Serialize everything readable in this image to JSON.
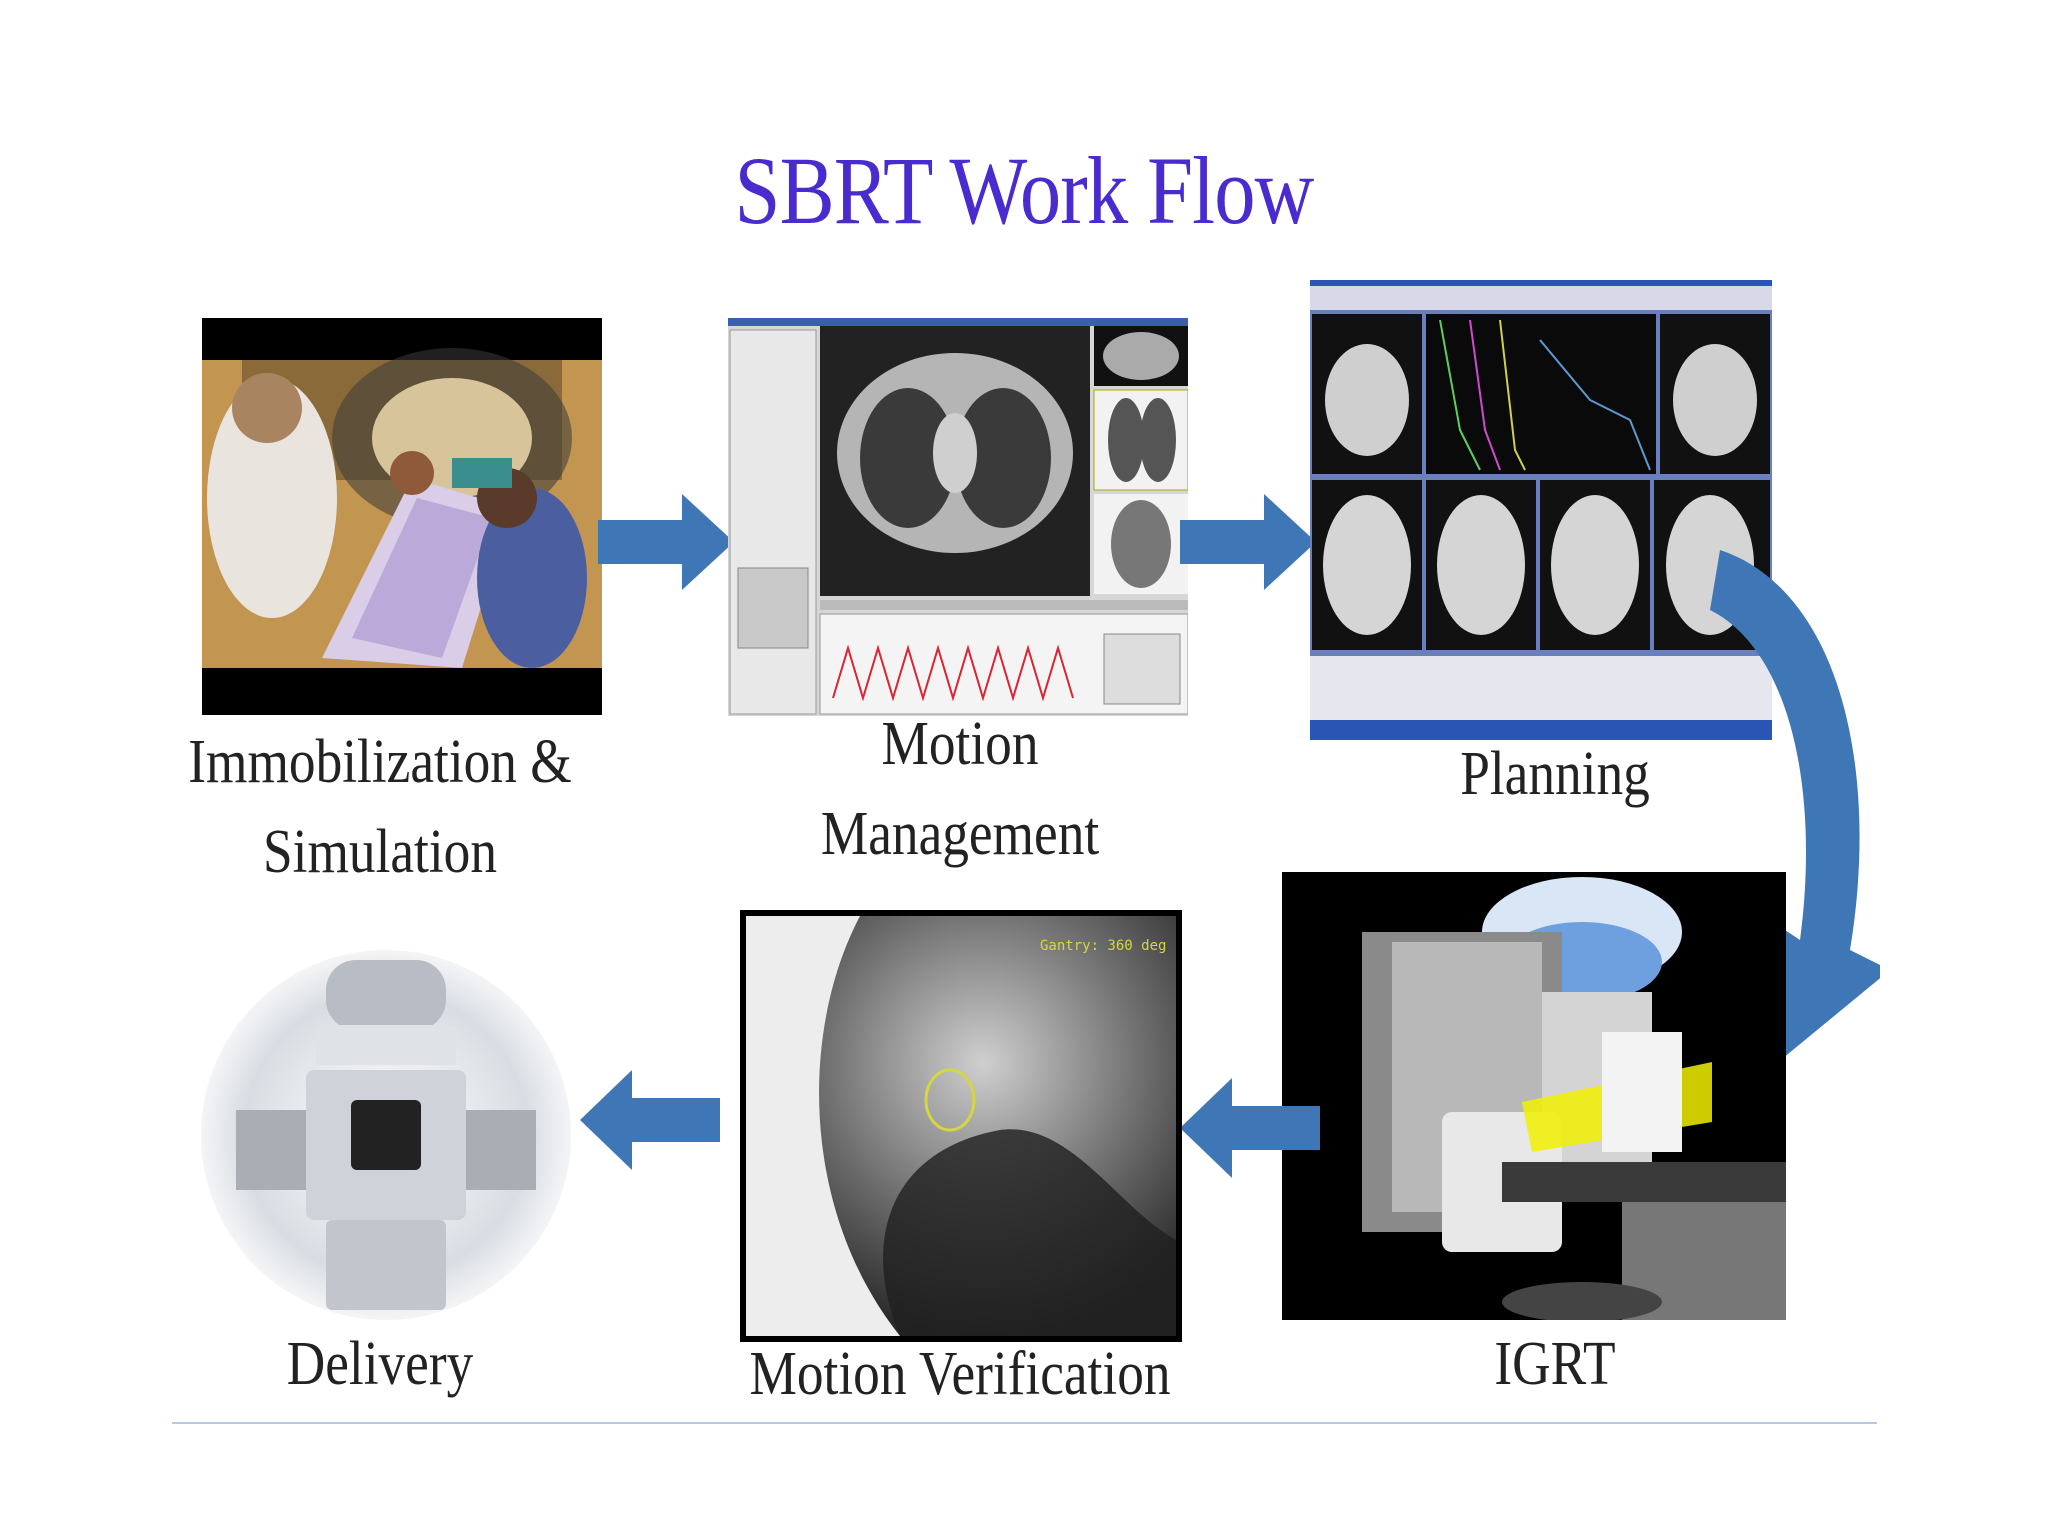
{
  "title": "SBRT Work Flow",
  "steps": {
    "immobilization": "Immobilization & Simulation",
    "motion_management": "Motion Management",
    "planning": "Planning",
    "igrt": "IGRT",
    "motion_verification": "Motion Verification",
    "delivery": "Delivery"
  },
  "verification_overlay": "Gantry: 360 deg",
  "colors": {
    "title": "#4a2bd0",
    "arrow": "#3f77b6",
    "label": "#222222"
  }
}
